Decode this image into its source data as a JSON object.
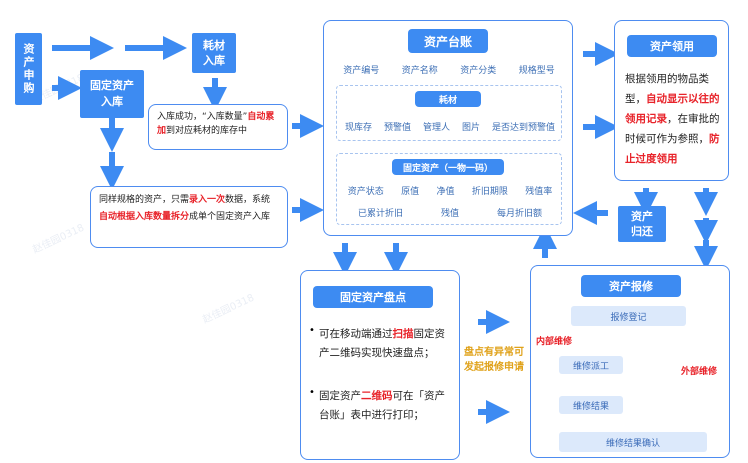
{
  "purchase": {
    "label": "资产申购"
  },
  "consumable_in": {
    "label_line1": "耗材",
    "label_line2": "入库"
  },
  "fixed_in": {
    "label_line1": "固定资产",
    "label_line2": "入库"
  },
  "consumable_note": {
    "p1": "入库成功，“入库数量”",
    "p2_red": "自动累加",
    "p3": "到对应耗材的库存中"
  },
  "fixed_note": {
    "p1": "同样规格的资产，只需",
    "p2_red": "录入一次",
    "p3": "数据，系统",
    "p4_red": "自动根据入库数量拆分",
    "p5": "成单个固定资产入库"
  },
  "ledger": {
    "title": "资产台账",
    "fields": [
      "资产编号",
      "资产名称",
      "资产分类",
      "规格型号"
    ],
    "consumable_title": "耗材",
    "consumable_fields": [
      "现库存",
      "预警值",
      "管理人",
      "图片",
      "是否达到预警值"
    ],
    "fixed_title": "固定资产（一物一码）",
    "fixed_fields_row1": [
      "资产状态",
      "原值",
      "净值",
      "折旧期限",
      "残值率"
    ],
    "fixed_fields_row2": [
      "已累计折旧",
      "残值",
      "每月折旧额"
    ]
  },
  "usage": {
    "title": "资产领用",
    "t1": "根据领用的物品类型，",
    "t2_red": "自动显示以往的领用记录",
    "t3": "，在审批的时候可作为参照，",
    "t4_red": "防止过度领用"
  },
  "return_box": {
    "line1": "资产",
    "line2": "归还"
  },
  "inventory": {
    "title": "固定资产盘点",
    "b1_a": "可在移动端通过",
    "b1_red": "扫描",
    "b1_b": "固定资产二维码实现快速盘点；",
    "b2_a": "固定资产",
    "b2_red": "二维码",
    "b2_b": "可在「资产台账」表中进行打印；"
  },
  "exception_note": "盘点有异常可发起报修申请",
  "repair": {
    "title": "资产报修",
    "register": "报修登记",
    "internal": "内部维修",
    "external": "外部维修",
    "dispatch": "维修派工",
    "result": "维修结果",
    "confirm": "维修结果确认"
  },
  "watermark": "赵佳园0318",
  "colors": {
    "primary": "#3d8bf2",
    "accent_red": "#e8232a",
    "light": "#dce9fb"
  }
}
